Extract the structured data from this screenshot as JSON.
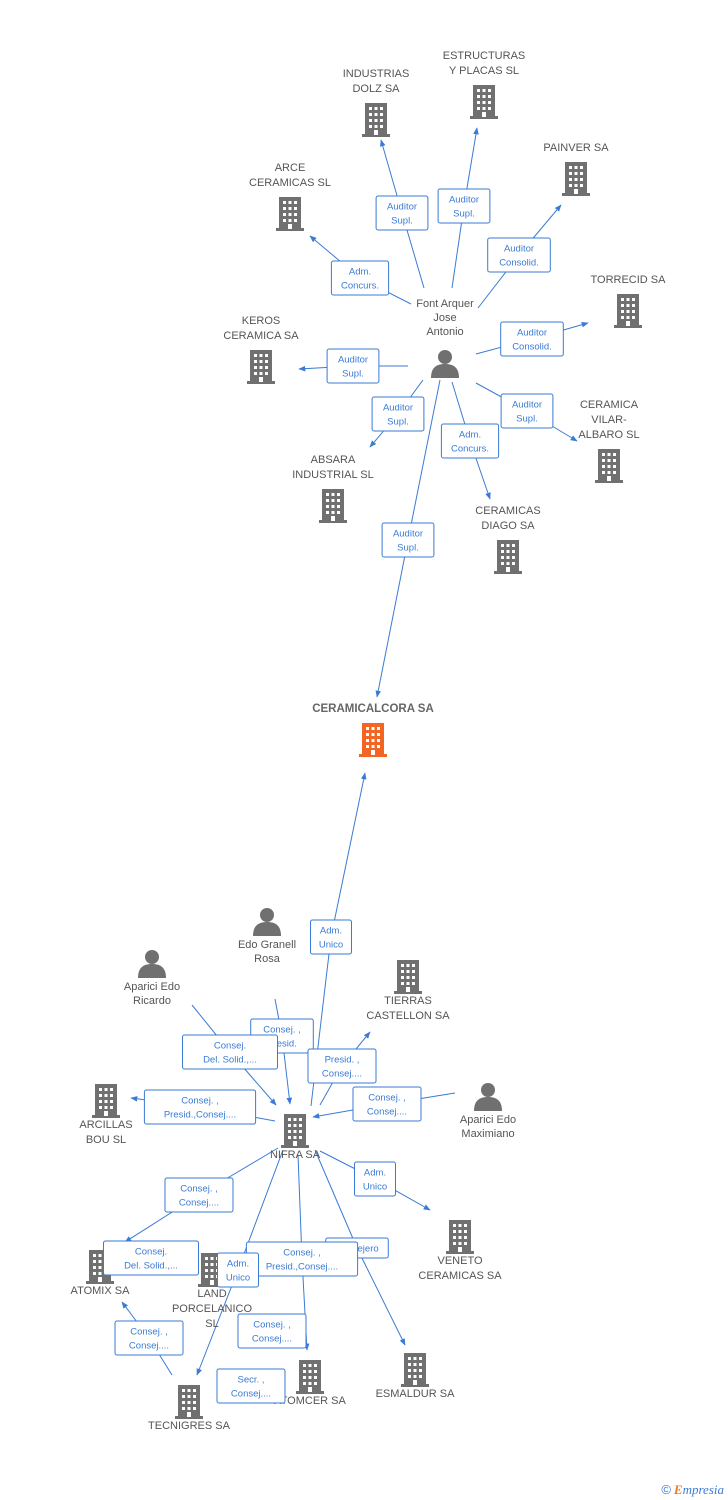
{
  "colors": {
    "edge": "#3a7bd5",
    "node": "#707070",
    "focus": "#f26522"
  },
  "credit": {
    "symbol": "©",
    "brand_initial": "E",
    "brand_rest": "mpresia"
  },
  "nodes": [
    {
      "id": "industrias_dolz",
      "kind": "company",
      "label": [
        "INDUSTRIAS",
        "DOLZ SA"
      ]
    },
    {
      "id": "estructuras_placas",
      "kind": "company",
      "label": [
        "ESTRUCTURAS",
        "Y PLACAS SL"
      ]
    },
    {
      "id": "painver",
      "kind": "company",
      "label": [
        "PAINVER SA"
      ]
    },
    {
      "id": "arce",
      "kind": "company",
      "label": [
        "ARCE",
        "CERAMICAS SL"
      ]
    },
    {
      "id": "torrecid",
      "kind": "company",
      "label": [
        "TORRECID SA"
      ]
    },
    {
      "id": "keros",
      "kind": "company",
      "label": [
        "KEROS",
        "CERAMICA SA"
      ]
    },
    {
      "id": "font_arquer",
      "kind": "person",
      "label": [
        "Font Arquer",
        "Jose",
        "Antonio"
      ]
    },
    {
      "id": "vilar_albaro",
      "kind": "company",
      "label": [
        "CERAMICA",
        "VILAR-",
        "ALBARO SL"
      ]
    },
    {
      "id": "absara",
      "kind": "company",
      "label": [
        "ABSARA",
        "INDUSTRIAL SL"
      ]
    },
    {
      "id": "diago",
      "kind": "company",
      "label": [
        "CERAMICAS",
        "DIAGO SA"
      ]
    },
    {
      "id": "ceramicalcora",
      "kind": "focus",
      "label": [
        "CERAMICALCORA SA"
      ]
    },
    {
      "id": "edo_granell",
      "kind": "person",
      "label": [
        "Edo Granell",
        "Rosa"
      ]
    },
    {
      "id": "aparici_ricardo",
      "kind": "person",
      "label": [
        "Aparici Edo",
        "Ricardo"
      ]
    },
    {
      "id": "tierras",
      "kind": "company",
      "label": [
        "TIERRAS",
        "CASTELLON SA"
      ]
    },
    {
      "id": "arcillas_bou",
      "kind": "company",
      "label": [
        "ARCILLAS",
        "BOU SL"
      ]
    },
    {
      "id": "nifra",
      "kind": "company",
      "label": [
        "NIFRA SA"
      ]
    },
    {
      "id": "aparici_maximiano",
      "kind": "person",
      "label": [
        "Aparici Edo",
        "Maximiano"
      ]
    },
    {
      "id": "veneto",
      "kind": "company",
      "label": [
        "VENETO",
        "CERAMICAS SA"
      ]
    },
    {
      "id": "atomix",
      "kind": "company",
      "label": [
        "ATOMIX SA"
      ]
    },
    {
      "id": "land_porcelanico",
      "kind": "company",
      "label": [
        "LAND",
        "PORCELANICO",
        "SL"
      ]
    },
    {
      "id": "atomcer",
      "kind": "company",
      "label": [
        "ATOMCER SA"
      ]
    },
    {
      "id": "esmaldur",
      "kind": "company",
      "label": [
        "ESMALDUR SA"
      ]
    },
    {
      "id": "tecnigres",
      "kind": "company",
      "label": [
        "TECNIGRES SA"
      ]
    }
  ],
  "edges": [
    {
      "from": "font_arquer",
      "to": "industrias_dolz",
      "label": [
        "Auditor",
        "Supl."
      ]
    },
    {
      "from": "font_arquer",
      "to": "estructuras_placas",
      "label": [
        "Auditor",
        "Supl."
      ]
    },
    {
      "from": "font_arquer",
      "to": "painver",
      "label": [
        "Auditor",
        "Consolid."
      ]
    },
    {
      "from": "font_arquer",
      "to": "arce",
      "label": [
        "Adm.",
        "Concurs."
      ]
    },
    {
      "from": "font_arquer",
      "to": "torrecid",
      "label": [
        "Auditor",
        "Consolid."
      ]
    },
    {
      "from": "font_arquer",
      "to": "keros",
      "label": [
        "Auditor",
        "Supl."
      ]
    },
    {
      "from": "font_arquer",
      "to": "absara",
      "label": [
        "Auditor",
        "Supl."
      ]
    },
    {
      "from": "font_arquer",
      "to": "diago",
      "label": [
        "Adm.",
        "Concurs."
      ]
    },
    {
      "from": "font_arquer",
      "to": "vilar_albaro",
      "label": [
        "Auditor",
        "Supl."
      ]
    },
    {
      "from": "font_arquer",
      "to": "ceramicalcora",
      "label": [
        "Auditor",
        "Supl."
      ]
    },
    {
      "from": "nifra",
      "to": "ceramicalcora",
      "label": [
        "Adm.",
        "Unico"
      ]
    },
    {
      "from": "edo_granell",
      "to": "nifra",
      "label": [
        "Consej. ,",
        "Presid."
      ]
    },
    {
      "from": "aparici_ricardo",
      "to": "nifra",
      "label": [
        "Consej.",
        "Del. Solid.,..."
      ]
    },
    {
      "from": "nifra",
      "to": "tierras",
      "label": [
        "Presid. ,",
        "Consej...."
      ]
    },
    {
      "from": "aparici_maximiano",
      "to": "nifra",
      "label": [
        "Consej. ,",
        "Consej...."
      ]
    },
    {
      "from": "nifra",
      "to": "arcillas_bou",
      "label": [
        "Consej. ,",
        "Presid.,Consej...."
      ]
    },
    {
      "from": "nifra",
      "to": "veneto",
      "label": [
        "Adm.",
        "Unico"
      ]
    },
    {
      "from": "nifra",
      "to": "atomix",
      "label": [
        "Consej. ,",
        "Consej...."
      ]
    },
    {
      "from": "nifra",
      "to": "esmaldur",
      "label": [
        "Consejero"
      ]
    },
    {
      "from": "nifra",
      "to": "atomcer",
      "label": [
        "Consej. ,",
        "Presid.,Consej...."
      ]
    },
    {
      "from": "nifra",
      "to": "tecnigres",
      "label": [
        "Adm.",
        "Unico"
      ]
    },
    {
      "from": "tecnigres",
      "to": "atomix",
      "label": [
        "Consej. ,",
        "Consej...."
      ]
    }
  ],
  "free_labels": [
    {
      "at": "land_porcelanico",
      "label": [
        "Consej.",
        "Del. Solid.,..."
      ]
    },
    {
      "at": "atomcer",
      "label": [
        "Consej. ,",
        "Consej...."
      ]
    },
    {
      "at": "tecnigres",
      "label": [
        "Secr. ,",
        "Consej...."
      ]
    }
  ]
}
